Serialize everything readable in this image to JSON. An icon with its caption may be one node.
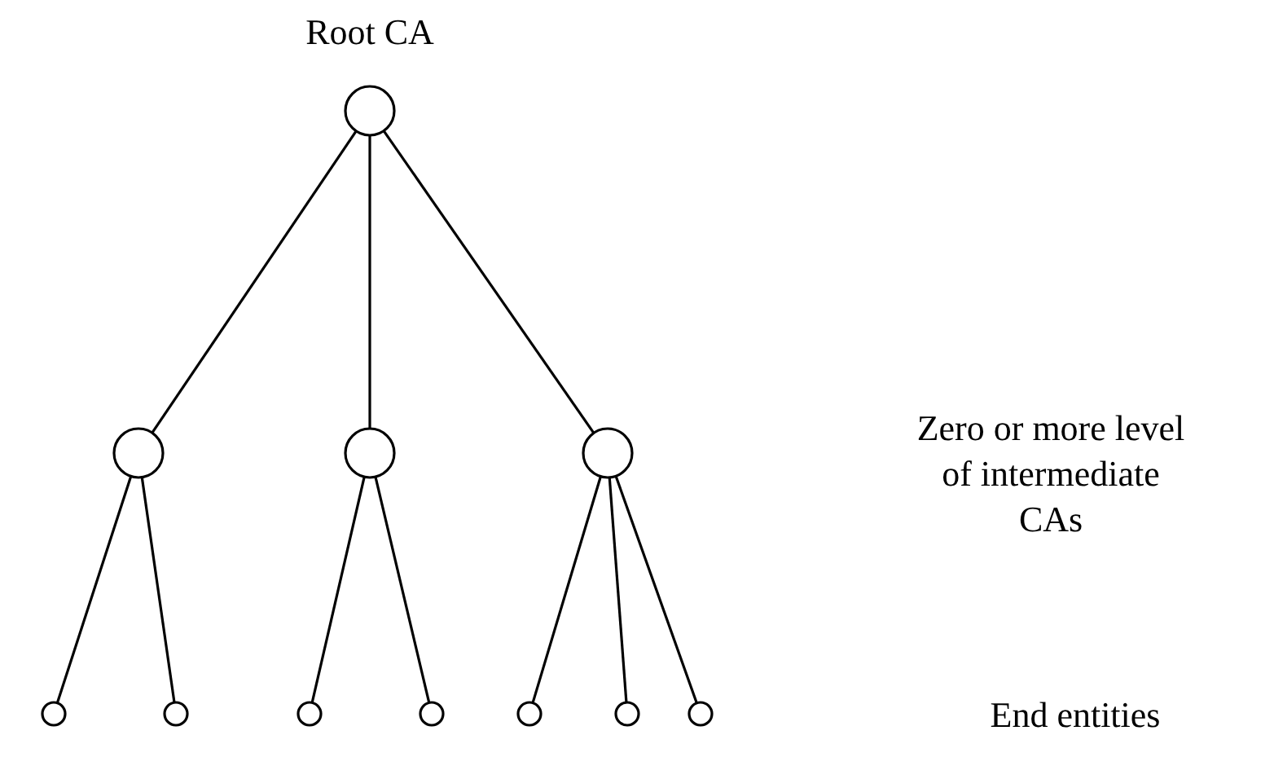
{
  "diagram": {
    "nodes": [
      {
        "text": [
          "Root CA"
        ]
      },
      {
        "text": [],
        "shape": "circle"
      },
      {
        "text": [],
        "shape": "circle"
      },
      {
        "text": [],
        "shape": "circle"
      },
      {
        "text": [],
        "shape": "circle"
      },
      {
        "text": [],
        "shape": "circle"
      },
      {
        "text": [],
        "shape": "circle"
      },
      {
        "text": [],
        "shape": "circle"
      },
      {
        "text": [],
        "shape": "circle"
      },
      {
        "text": [],
        "shape": "circle"
      },
      {
        "text": [],
        "shape": "circle"
      }
    ],
    "edges": [
      {
        "from": 0,
        "to": 1,
        "arrow": "none"
      },
      {
        "from": 0,
        "to": 2,
        "arrow": "none"
      },
      {
        "from": 0,
        "to": 3,
        "arrow": "none"
      },
      {
        "from": 1,
        "to": 4,
        "arrow": "none"
      },
      {
        "from": 1,
        "to": 5,
        "arrow": "none"
      },
      {
        "from": 2,
        "to": 6,
        "arrow": "none"
      },
      {
        "from": 2,
        "to": 7,
        "arrow": "none"
      },
      {
        "from": 3,
        "to": 8,
        "arrow": "none"
      },
      {
        "from": 3,
        "to": 9,
        "arrow": "none"
      },
      {
        "from": 3,
        "to": 10,
        "arrow": "none"
      }
    ],
    "labels": [
      "Zero or more level of intermediate CAs",
      "End entities"
    ]
  }
}
